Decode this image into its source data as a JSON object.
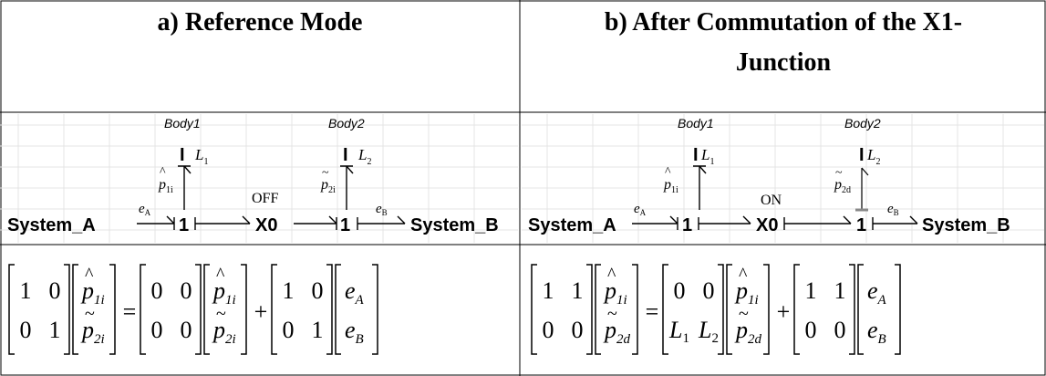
{
  "panels": [
    {
      "heading": "a)  Reference Mode",
      "bond_graph": {
        "body1": "Body1",
        "body2": "Body2",
        "inertia1": "I",
        "inertia1_param": "L",
        "inertia1_sub": "1",
        "inertia2": "I",
        "inertia2_param": "L",
        "inertia2_sub": "2",
        "flow1": "p",
        "flow1_sub": "1i",
        "flow2": "p",
        "flow2_sub": "2i",
        "source_left": "System_A",
        "source_right": "System_B",
        "effort_left": "e",
        "effort_left_sub": "A",
        "effort_right": "e",
        "effort_right_sub": "B",
        "junction1": "1",
        "switch_junction": "X0",
        "junction2": "1",
        "switch_state": "OFF"
      },
      "equation": {
        "m1": [
          [
            "1",
            "0"
          ],
          [
            "0",
            "1"
          ]
        ],
        "v1": [
          {
            "sym": "p",
            "sub": "1i",
            "acc": "hat"
          },
          {
            "sym": "p",
            "sub": "2i",
            "acc": "tilde"
          }
        ],
        "eq": "=",
        "m2": [
          [
            "0",
            "0"
          ],
          [
            "0",
            "0"
          ]
        ],
        "v2": [
          {
            "sym": "p",
            "sub": "1i",
            "acc": "hat"
          },
          {
            "sym": "p",
            "sub": "2i",
            "acc": "tilde"
          }
        ],
        "plus": "+",
        "m3": [
          [
            "1",
            "0"
          ],
          [
            "0",
            "1"
          ]
        ],
        "v3": [
          {
            "sym": "e",
            "sub": "A"
          },
          {
            "sym": "e",
            "sub": "B"
          }
        ]
      }
    },
    {
      "heading": "b) After Commutation  of the X1-Junction",
      "heading_line1": "b) After Commutation  of the X1-",
      "heading_line2": "Junction",
      "bond_graph": {
        "body1": "Body1",
        "body2": "Body2",
        "inertia1": "I",
        "inertia1_param": "L",
        "inertia1_sub": "1",
        "inertia2": "I",
        "inertia2_param": "L",
        "inertia2_sub": "2",
        "flow1": "p",
        "flow1_sub": "1i",
        "flow2": "p",
        "flow2_sub": "2d",
        "source_left": "System_A",
        "source_right": "System_B",
        "effort_left": "e",
        "effort_left_sub": "A",
        "effort_right": "e",
        "effort_right_sub": "B",
        "junction1": "1",
        "switch_junction": "X0",
        "junction2": "1",
        "switch_state": "ON"
      },
      "equation": {
        "m1": [
          [
            "1",
            "1"
          ],
          [
            "0",
            "0"
          ]
        ],
        "v1": [
          {
            "sym": "p",
            "sub": "1i",
            "acc": "hat"
          },
          {
            "sym": "p",
            "sub": "2d",
            "acc": "tilde"
          }
        ],
        "eq": "=",
        "m2": [
          [
            "0",
            "0"
          ],
          [
            "L1",
            "L2"
          ]
        ],
        "v2": [
          {
            "sym": "p",
            "sub": "1i",
            "acc": "hat"
          },
          {
            "sym": "p",
            "sub": "2d",
            "acc": "tilde"
          }
        ],
        "plus": "+",
        "m3": [
          [
            "1",
            "1"
          ],
          [
            "0",
            "0"
          ]
        ],
        "v3": [
          {
            "sym": "e",
            "sub": "A"
          },
          {
            "sym": "e",
            "sub": "B"
          }
        ]
      }
    }
  ]
}
